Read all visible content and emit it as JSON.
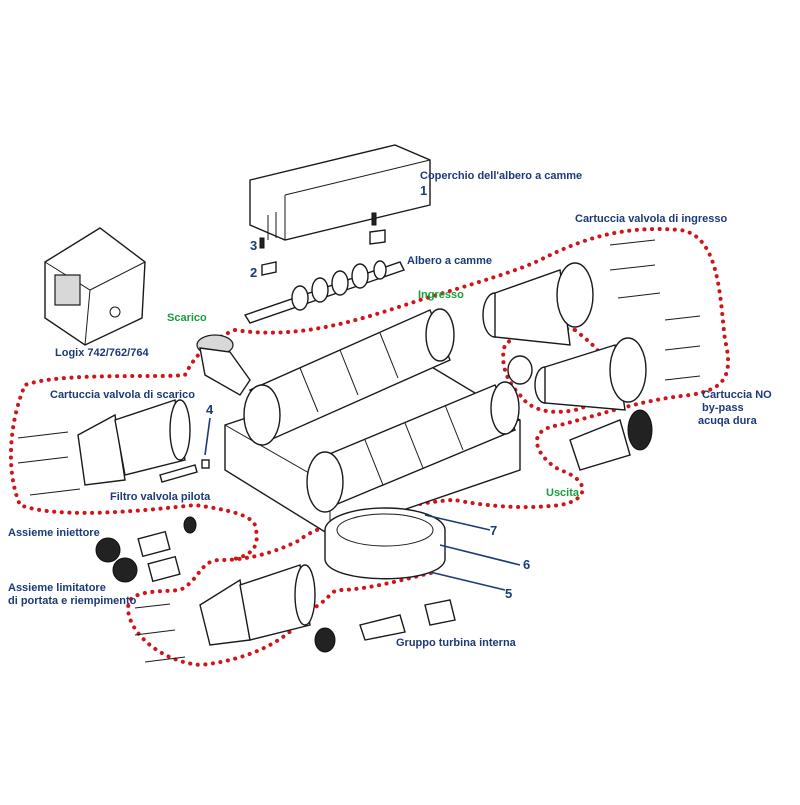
{
  "labels": {
    "coperchio": "Coperchio dell'albero a camme",
    "albero": "Albero a camme",
    "logix": "Logix 742/762/764",
    "scarico": "Scarico",
    "ingresso": "Ingresso",
    "cartuccia_ingresso": "Cartuccia valvola di ingresso",
    "cartuccia_scarico": "Cartuccia valvola di scarico",
    "cartuccia_no_1": "Cartuccia NO",
    "cartuccia_no_2": "by-pass",
    "cartuccia_no_3": "acuqa dura",
    "filtro": "Filtro valvola pilota",
    "iniettore": "Assieme iniettore",
    "limitatore_1": "Assieme limitatore",
    "limitatore_2": "di portata e riempimento",
    "uscita": "Uscita",
    "turbina": "Gruppo turbina interna"
  },
  "numbers": {
    "n1": "1",
    "n2": "2",
    "n3": "3",
    "n4": "4",
    "n5": "5",
    "n6": "6",
    "n7": "7"
  },
  "colors": {
    "label_blue": "#1b3a7a",
    "label_green": "#1a9e3a",
    "dotted_red": "#d0141a"
  }
}
